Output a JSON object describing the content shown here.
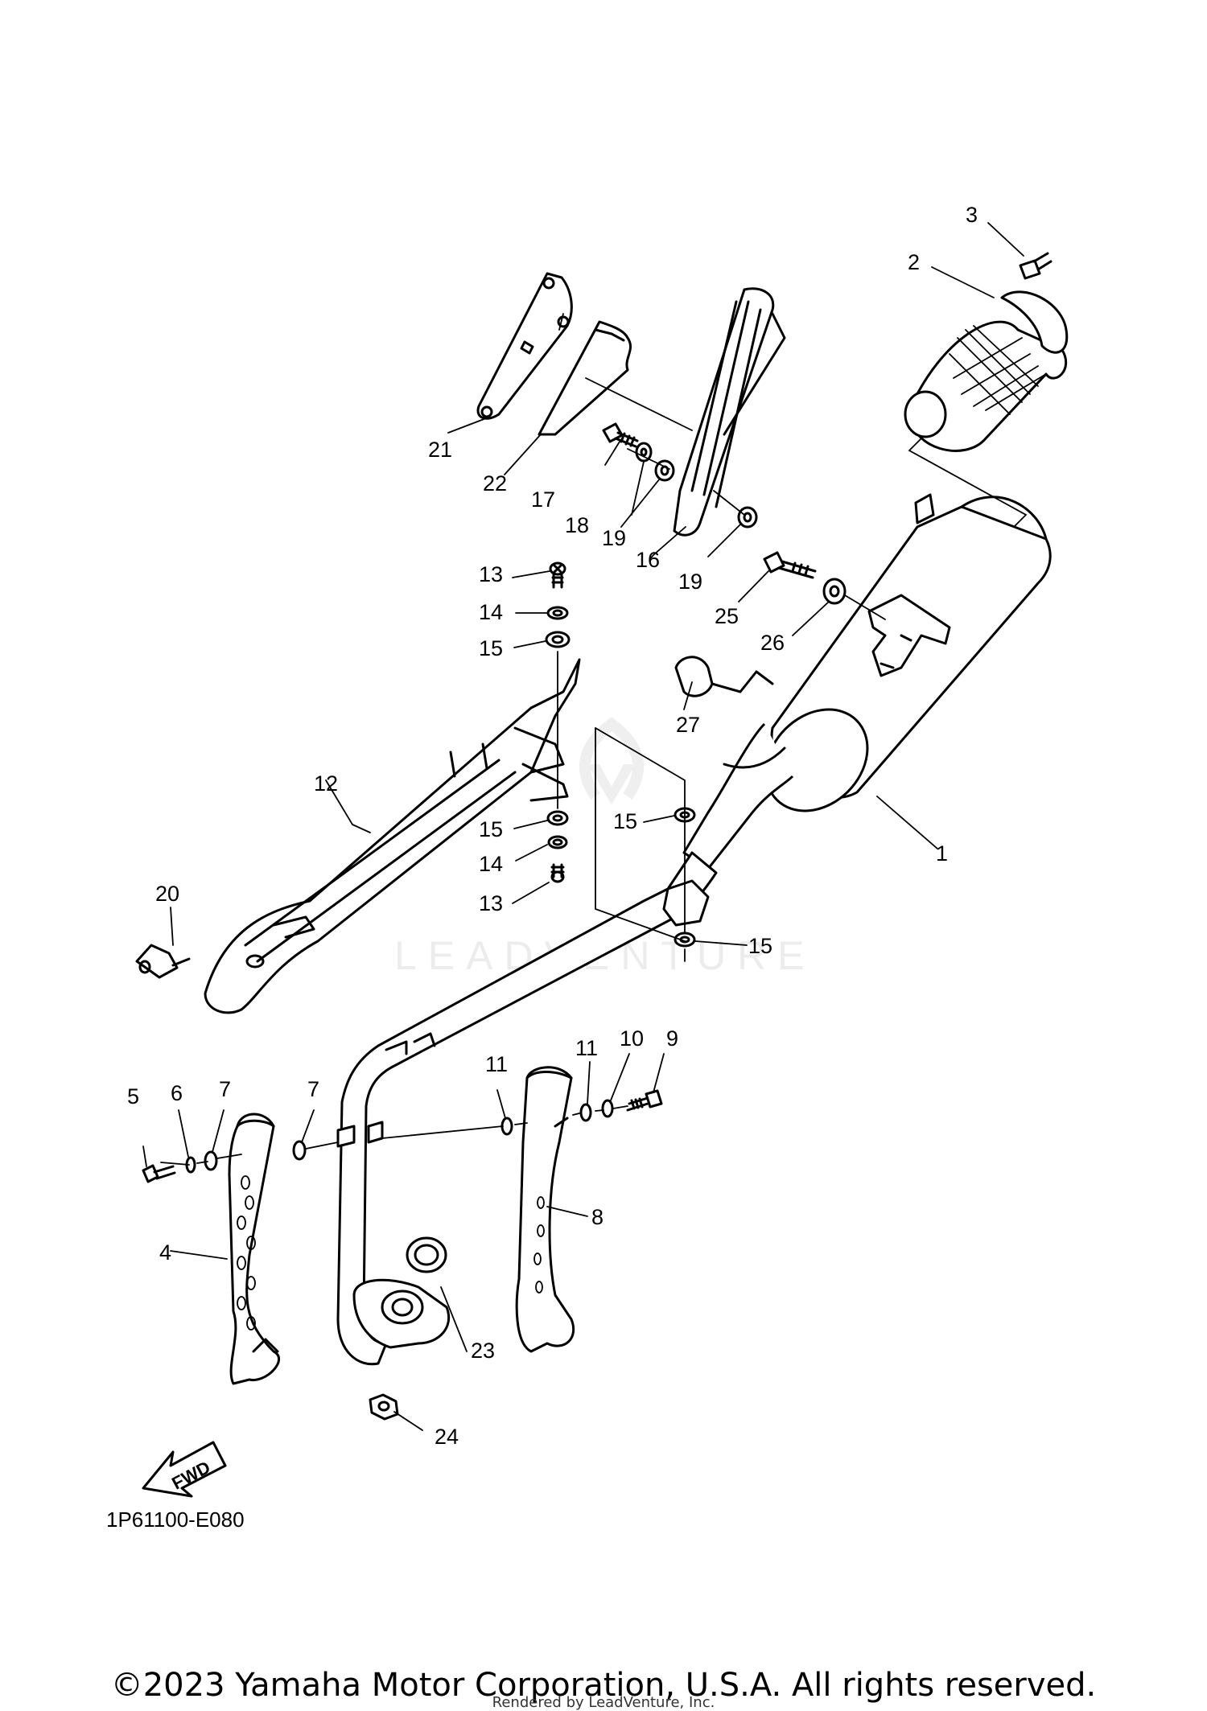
{
  "diagram": {
    "catalog_code": "1P61100-E080",
    "fwd_label": "FWD",
    "watermark": "LEADVENTURE",
    "callouts": {
      "p1": "1",
      "p2": "2",
      "p3": "3",
      "p4": "4",
      "p5": "5",
      "p6": "6",
      "p7a": "7",
      "p7b": "7",
      "p8": "8",
      "p9": "9",
      "p10": "10",
      "p11a": "11",
      "p11b": "11",
      "p12": "12",
      "p13a": "13",
      "p13b": "13",
      "p14a": "14",
      "p14b": "14",
      "p15a": "15",
      "p15b": "15",
      "p15c": "15",
      "p15d": "15",
      "p16": "16",
      "p17": "17",
      "p18": "18",
      "p19a": "19",
      "p19b": "19",
      "p20": "20",
      "p21": "21",
      "p22": "22",
      "p23": "23",
      "p24": "24",
      "p25": "25",
      "p26": "26",
      "p27": "27"
    }
  },
  "footer": {
    "copyright": "©2023 Yamaha Motor Corporation, U.S.A. All rights reserved.",
    "rendered_by": "Rendered by LeadVenture, Inc."
  }
}
